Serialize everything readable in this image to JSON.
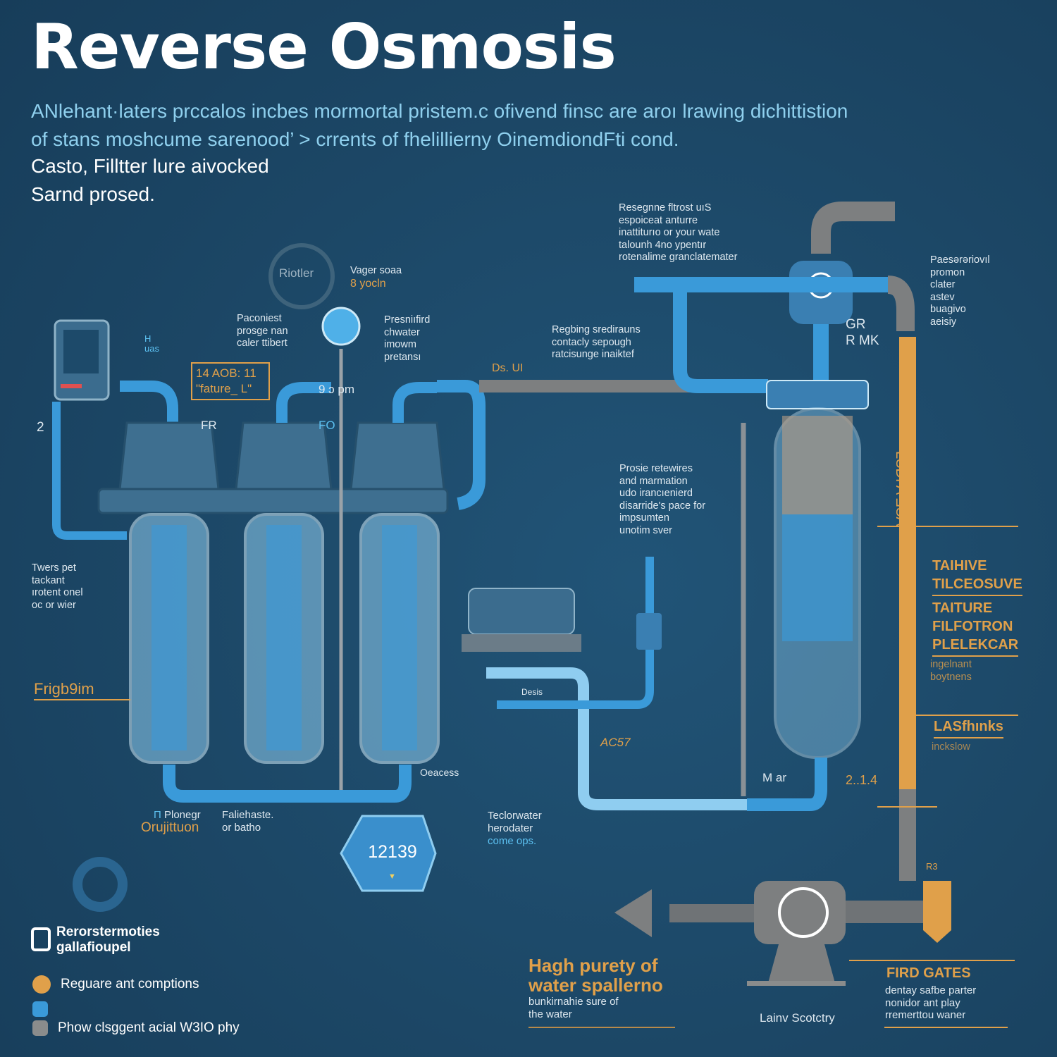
{
  "title": "Reverse Osmosis",
  "intro": {
    "line1": "ANlehant·laters prccalos incbes mormortal pristem.c ofivend finsc are aroı lrawing dichittistion",
    "line2": "of stans moshcume sarenood’ > crrents of fhelillierny OinemdiondFti cond.",
    "line3": "Casto, Filltter lure aivocked",
    "line4": "Sarnd prosed."
  },
  "labels": {
    "top_center": "Resegnne fltrost uıS\nespoiceat anturre\ninattiturıo or your wate\ntalounh 4no ypentır\nrotenalime granclatemater",
    "top_right": "Paesərəriovıl\npromon\nclater\nastev\nbuagivo\naeisiy",
    "gr_mk": "GR\nR MK",
    "rioter": "Riotler",
    "vager": "Vager soaa",
    "vager_sub": "8 yocln",
    "paconiet": "Paconiest\nprosge nan\ncaler ttibert",
    "presnified": "Presniıfird\nchwater\nimowm\npretansı",
    "badge_line1": "14 AOB: 11",
    "badge_line2": "\"fature_ L\"",
    "pm": "9 ɔ pm",
    "ds_ui": "Ds. UI",
    "regbing": "Regbing sredirauns\ncontacly sepough\nratcisunge inaiktef",
    "h_uas": "H\nuas",
    "num2": "2",
    "fr": "FR",
    "fo": "FO",
    "tweers": "Twers pet\ntackant\nırotent onel\noc or wier",
    "frigb": "Frigb9im",
    "prosie": "Prosie retewires\nand marmation\nudo irancıenierd\ndisarride's pace for\nimpsumten\nunotim sver",
    "dess": "Desis",
    "oeacess": "Oeacess",
    "acs7": "AC57",
    "m_ar": "M ar",
    "n214": "2..1.4",
    "vertical": "LSDI A ƎSA",
    "plonegr": "Plonegr",
    "orujituon": "Orujittuon",
    "faliehaste": "Faliehaste.\nor batho",
    "hex_value": "12139",
    "teclorwater": "Teclorwater\nherodater",
    "come_ops": "come ops.",
    "r3": "R3",
    "lainy": "Lainv Scotctry"
  },
  "side_panel": {
    "h1": "TAIHIVE\nTILCEOSUVE",
    "h2": "TAITURE\nFILFOTRON\nPLELEKCAR",
    "h2_sub": "ingelnant\nboytnens",
    "h3": "LASfhınks",
    "h3_sub": "inckslow"
  },
  "bottom": {
    "purity_title": "Hagh purety of\nwater spallerno",
    "purity_sub": "bunkirnahie sure of\nthe water",
    "gates_title": "FIRD GATES",
    "gates_sub": "dentay safbe parter\nnonidor ant play\nrremerttou waner"
  },
  "legend": {
    "heading": "Rerorstermoties\ngallafioupel",
    "items": [
      {
        "label": "Reguare ant comptions",
        "color": "#e0a04a"
      },
      {
        "label": "",
        "color": "#3a9ad9"
      },
      {
        "label": "Phow clsggent acial W3IO phy",
        "color": "#8a8c8c"
      }
    ]
  },
  "colors": {
    "background": "#1d4a6a",
    "water_blue": "#3a9ad9",
    "light_blue": "#8fcdf0",
    "accent_orange": "#e0a04a",
    "pipe_gray": "#7d7f80"
  }
}
